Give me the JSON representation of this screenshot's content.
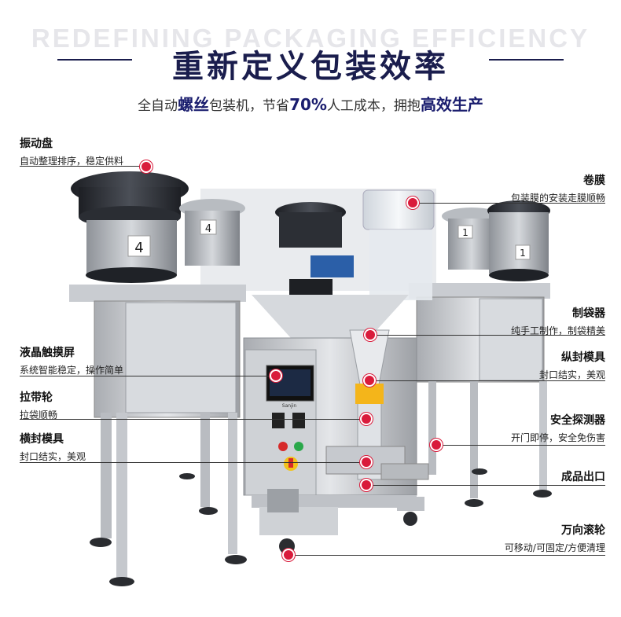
{
  "header": {
    "watermark": "REDEFINING PACKAGING EFFICIENCY",
    "title": "重新定义包装效率",
    "subtitle_parts": [
      "全自动",
      "螺丝",
      "包装机，节省",
      "70%",
      "人工成本，拥抱",
      "高效生产"
    ]
  },
  "colors": {
    "title": "#1a1d4d",
    "highlight": "#1a1d6e",
    "marker": "#d91b3b"
  },
  "labels": {
    "vibration_plate": {
      "title": "振动盘",
      "desc": "自动整理排序，稳定供料"
    },
    "film_roll": {
      "title": "卷膜",
      "desc": "包装膜的安装走膜顺畅"
    },
    "bag_former": {
      "title": "制袋器",
      "desc": "纯手工制作，制袋精美"
    },
    "touch_screen": {
      "title": "液晶触摸屏",
      "desc": "系统智能稳定，操作简单"
    },
    "vertical_seal": {
      "title": "纵封模具",
      "desc": "封口结实，美观"
    },
    "pull_wheel": {
      "title": "拉带轮",
      "desc": "拉袋顺畅"
    },
    "safety_detector": {
      "title": "安全探测器",
      "desc": "开门即停，安全免伤害"
    },
    "horizontal_seal": {
      "title": "横封模具",
      "desc": "封口结实，美观"
    },
    "product_outlet": {
      "title": "成品出口"
    },
    "caster": {
      "title": "万向滚轮",
      "desc": "可移动/可固定/方便清理"
    }
  },
  "machine": {
    "bowl_numbers": [
      "4",
      "4",
      "1",
      "1"
    ],
    "panel_brand": "Sanjin"
  }
}
